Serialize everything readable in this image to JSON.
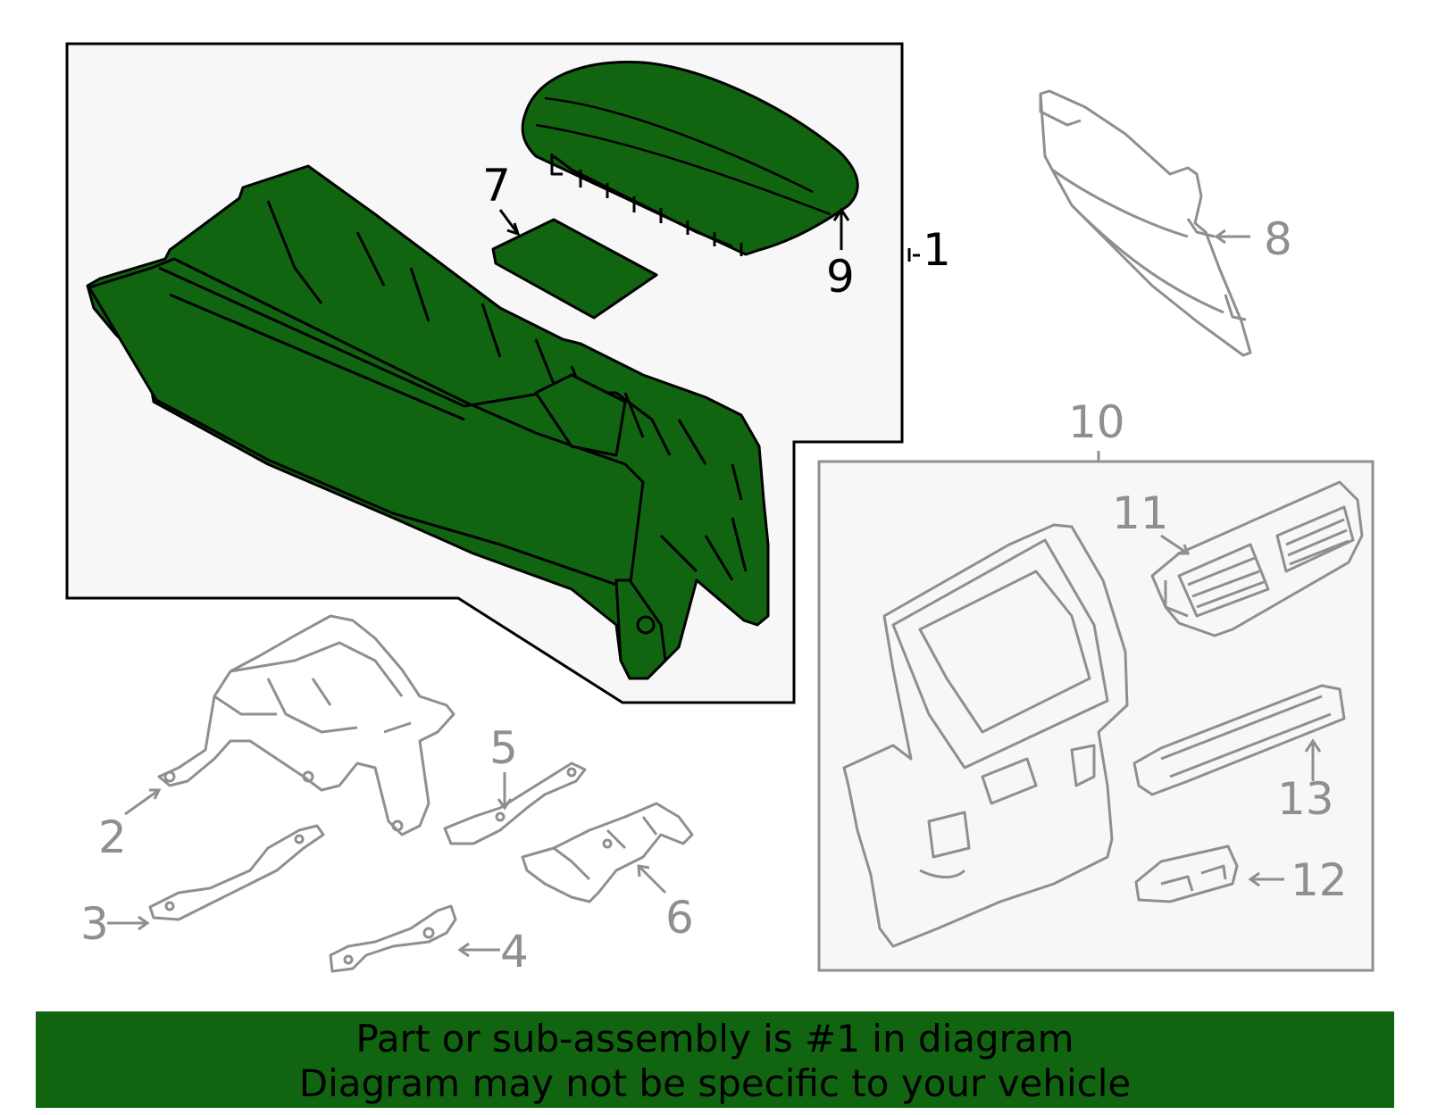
{
  "diagram": {
    "colors": {
      "highlight_fill": "#116511",
      "outline_active": "#000000",
      "outline_muted": "#8f8f8f",
      "group_box_fill": "#f7f7f7"
    },
    "callouts": [
      {
        "id": "1",
        "label": "1",
        "highlighted": true
      },
      {
        "id": "2",
        "label": "2",
        "highlighted": false
      },
      {
        "id": "3",
        "label": "3",
        "highlighted": false
      },
      {
        "id": "4",
        "label": "4",
        "highlighted": false
      },
      {
        "id": "5",
        "label": "5",
        "highlighted": false
      },
      {
        "id": "6",
        "label": "6",
        "highlighted": false
      },
      {
        "id": "7",
        "label": "7",
        "highlighted": true
      },
      {
        "id": "8",
        "label": "8",
        "highlighted": false
      },
      {
        "id": "9",
        "label": "9",
        "highlighted": true
      },
      {
        "id": "10",
        "label": "10",
        "highlighted": false
      },
      {
        "id": "11",
        "label": "11",
        "highlighted": false
      },
      {
        "id": "12",
        "label": "12",
        "highlighted": false
      },
      {
        "id": "13",
        "label": "13",
        "highlighted": false
      }
    ]
  },
  "footer": {
    "line1": "Part or sub-assembly is #1 in diagram",
    "line2": "Diagram may not be specific to your vehicle"
  }
}
